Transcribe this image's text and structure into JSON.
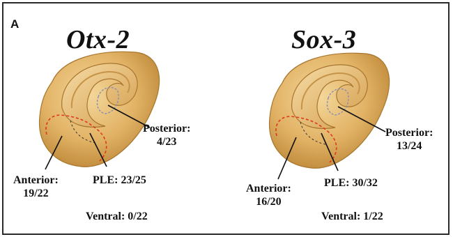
{
  "panel": {
    "letter": "A"
  },
  "embryos": [
    {
      "gene": "Otx-2",
      "posterior": {
        "name": "Posterior:",
        "count": "4/23"
      },
      "anterior": {
        "name": "Anterior:",
        "count": "19/22"
      },
      "ple": {
        "text": "PLE: 23/25"
      },
      "ventral": {
        "text": "Ventral: 0/22"
      }
    },
    {
      "gene": "Sox-3",
      "posterior": {
        "name": "Posterior:",
        "count": "13/24"
      },
      "anterior": {
        "name": "Anterior:",
        "count": "16/20"
      },
      "ple": {
        "text": "PLE: 30/32"
      },
      "ventral": {
        "text": "Ventral: 1/22"
      }
    }
  ],
  "colors": {
    "embryo_fill": "#e2b366",
    "embryo_shadow": "#b98233",
    "embryo_highlight": "#f4d79a",
    "anterior_outline": "#e0371f",
    "posterior_outline": "#8a8fb0",
    "leader_line": "#111111",
    "border": "#2a2a2a"
  }
}
